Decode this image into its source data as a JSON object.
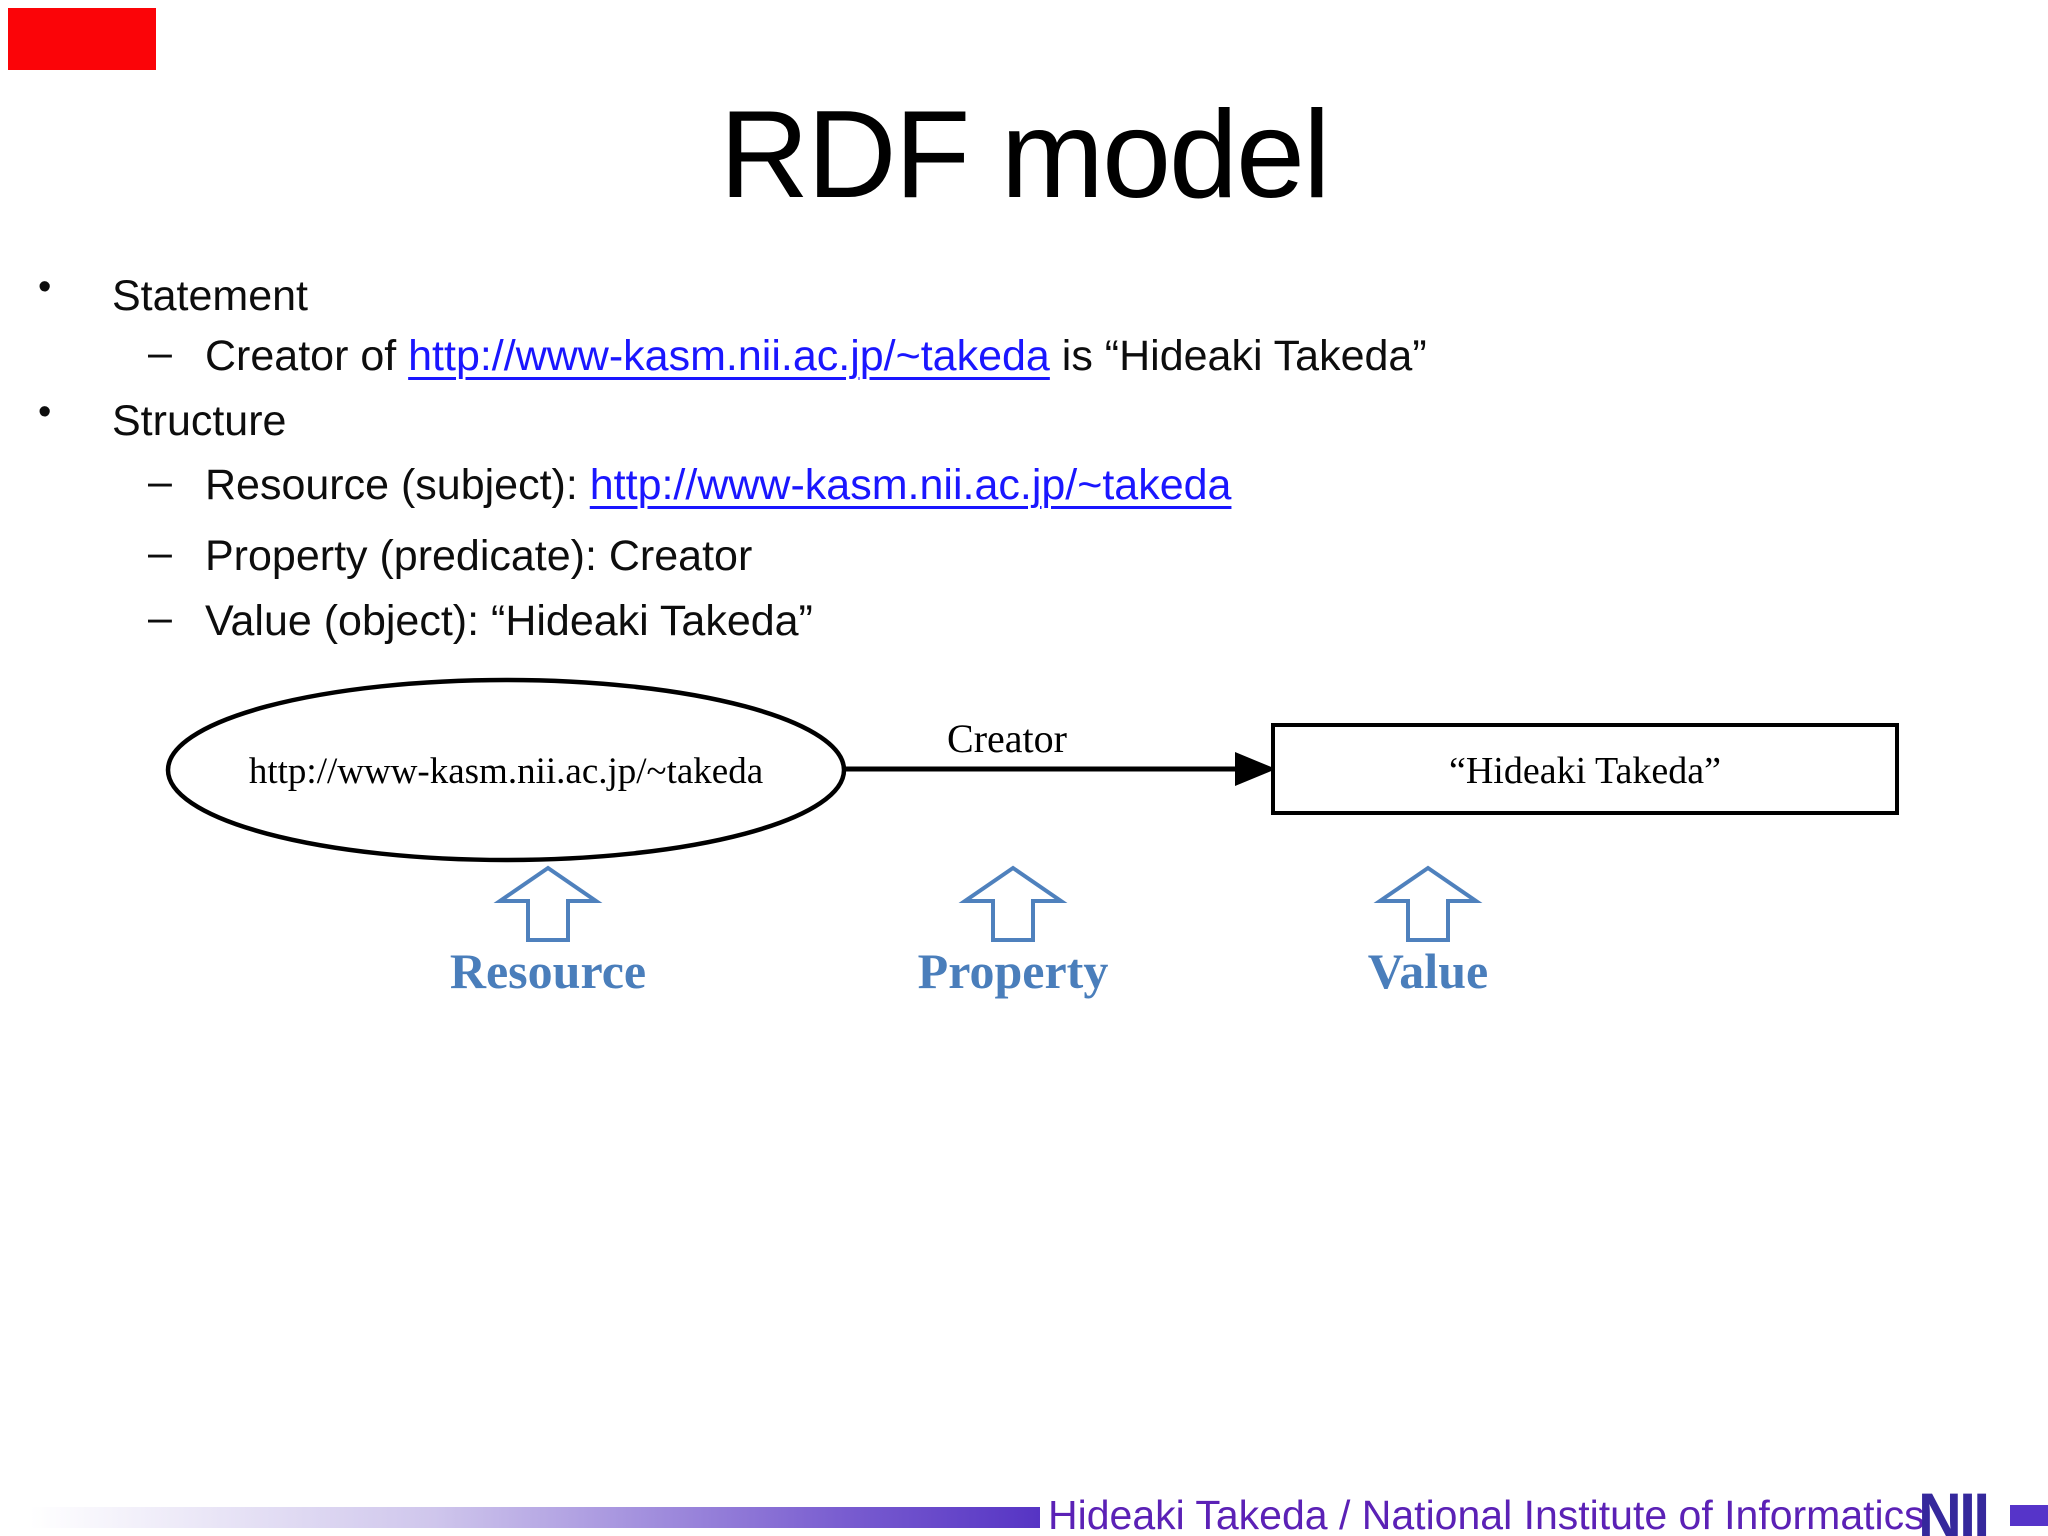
{
  "slide": {
    "title": "RDF model",
    "badge_color": "#fb0408",
    "background_color": "#ffffff",
    "text_color": "#0d0d0d"
  },
  "bullets": {
    "statement": {
      "marker": "•",
      "label": "Statement"
    },
    "statement_sub": {
      "marker": "–",
      "prefix": "Creator of ",
      "link": "http://www-kasm.nii.ac.jp/~takeda",
      "suffix": " is  “Hideaki Takeda”"
    },
    "structure": {
      "marker": "•",
      "label": "Structure"
    },
    "resource": {
      "marker": "–",
      "prefix": "Resource (subject): ",
      "link": "http://www-kasm.nii.ac.jp/~takeda"
    },
    "property": {
      "marker": "–",
      "text": "Property (predicate): Creator"
    },
    "value": {
      "marker": "–",
      "text": "Value (object): “Hideaki Takeda”"
    },
    "link_color": "#1a16ff"
  },
  "diagram": {
    "ellipse_text": "http://www-kasm.nii.ac.jp/~takeda",
    "arrow_label": "Creator",
    "box_text": "“Hideaki Takeda”",
    "annotations": [
      {
        "label": "Resource"
      },
      {
        "label": "Property"
      },
      {
        "label": "Value"
      }
    ],
    "accent_color": "#4f81bd",
    "label_color": "#4a7ebb",
    "stroke_color": "#000000"
  },
  "footer": {
    "credit": "Hideaki Takeda / National Institute of Informatics",
    "logo": "NII",
    "text_color": "#5b21b6",
    "logo_color": "#35289c",
    "bar_color": "#5634c4"
  }
}
